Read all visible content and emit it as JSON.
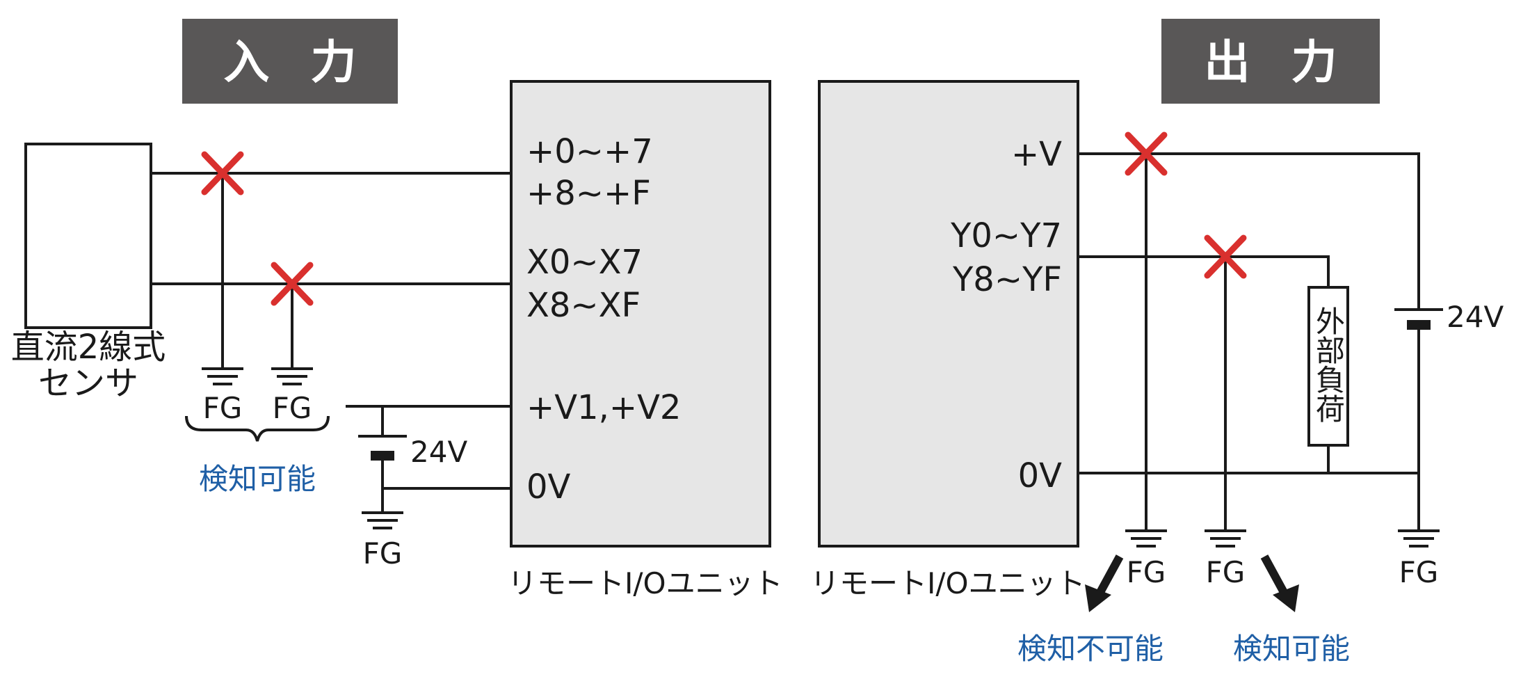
{
  "headers": {
    "input": "入 力",
    "output": "出 力"
  },
  "sensor": {
    "label_line1": "直流2線式",
    "label_line2": "センサ"
  },
  "input_unit": {
    "caption": "リモートI/Oユニット",
    "terminals": [
      "+0~+7",
      "+8~+F",
      "X0~X7",
      "X8~XF",
      "+V1,+V2",
      "0V"
    ]
  },
  "output_unit": {
    "caption": "リモートI/Oユニット",
    "terminals": [
      "+V",
      "Y0~Y7",
      "Y8~YF",
      "0V"
    ]
  },
  "ground_label": "FG",
  "power_supply_label": "24V",
  "external_load": "外部負荷",
  "detection": {
    "input_possible": "検知可能",
    "output_impossible": "検知不可能",
    "output_possible": "検知可能"
  },
  "colors": {
    "header_bg": "#595757",
    "unit_bg": "#e6e6e6",
    "fault_mark": "#d9302e",
    "note_text": "#1f5fa6"
  }
}
